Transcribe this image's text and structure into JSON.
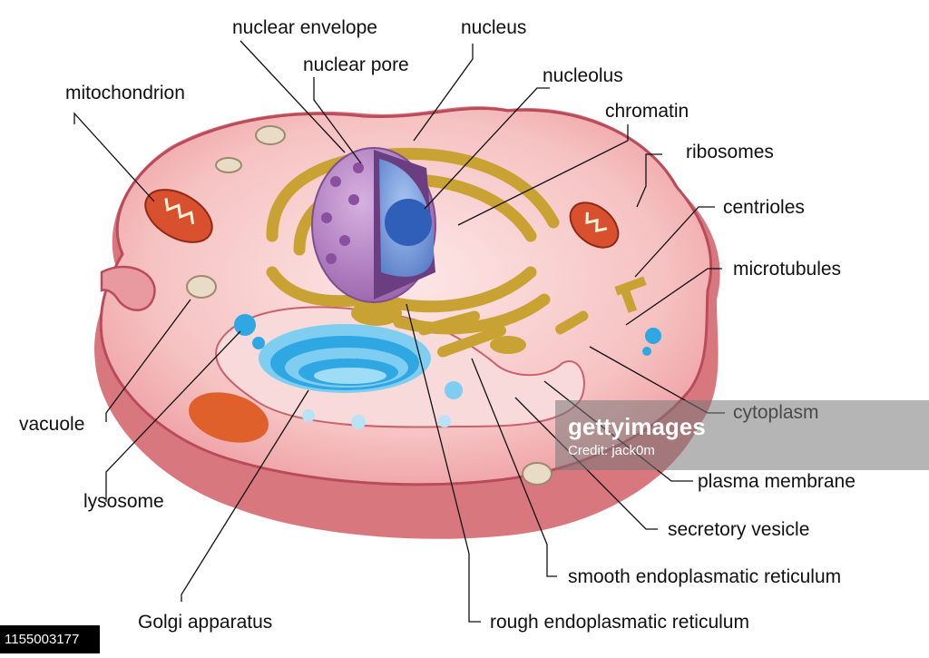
{
  "labels": {
    "nuclear_envelope": "nuclear envelope",
    "nucleus": "nucleus",
    "nuclear_pore": "nuclear pore",
    "nucleolus": "nucleolus",
    "mitochondrion": "mitochondrion",
    "chromatin": "chromatin",
    "ribosomes": "ribosomes",
    "centrioles": "centrioles",
    "microtubules": "microtubules",
    "vacuole": "vacuole",
    "cytoplasm": "cytoplasm",
    "lysosome": "lysosome",
    "plasma_membrane": "plasma membrane",
    "secretory_vesicle": "secretory vesicle",
    "smooth_er": "smooth endoplasmatic reticulum",
    "golgi_apparatus": "Golgi apparatus",
    "rough_er": "rough endoplasmatic reticulum"
  },
  "watermark": {
    "logo": "gettyimages",
    "credit": "Credit: jack0m"
  },
  "image_id": "1155003177",
  "colors": {
    "cell_body": "#f3b3b3",
    "cell_rim": "#c9616f",
    "nucleus": "#b07ec0",
    "nucleolus": "#4a7fd0",
    "rough_er": "#c9a234",
    "golgi": "#2ea7e3",
    "mitochondrion": "#d9502f",
    "lysosome": "#e0602c"
  }
}
